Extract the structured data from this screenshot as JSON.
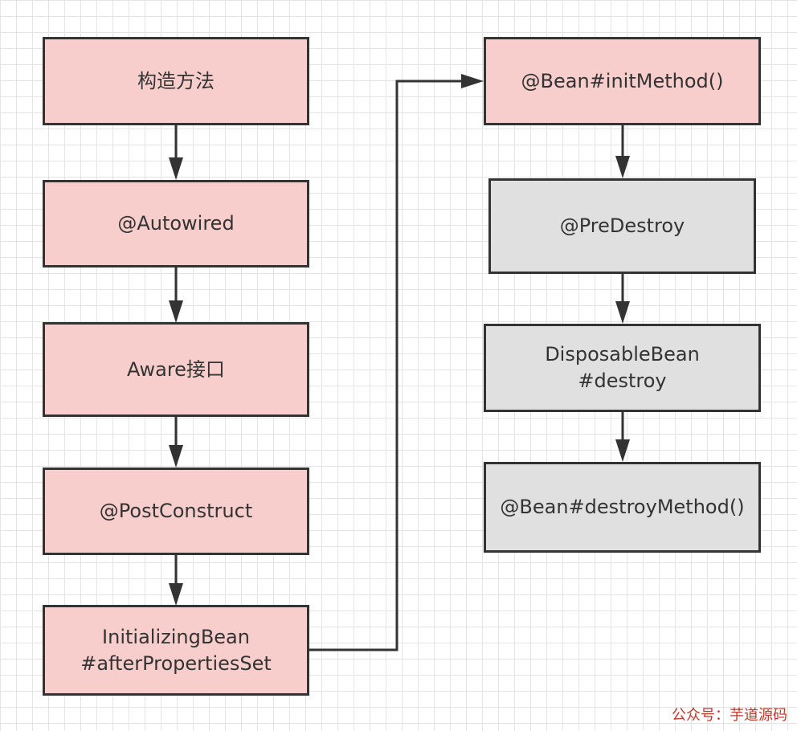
{
  "colors": {
    "init_fill": "#f8cecc",
    "destroy_fill": "#e0e0e0",
    "stroke": "#333333",
    "watermark": "#c0392b"
  },
  "nodes": {
    "constructor": {
      "label": "构造方法"
    },
    "autowired": {
      "label": "@Autowired"
    },
    "aware": {
      "label": "Aware接口"
    },
    "post_construct": {
      "label": "@PostConstruct"
    },
    "initializing_bean": {
      "line1": "InitializingBean",
      "line2": "#afterPropertiesSet"
    },
    "bean_init_method": {
      "label": "@Bean#initMethod()"
    },
    "pre_destroy": {
      "label": "@PreDestroy"
    },
    "disposable_bean": {
      "line1": "DisposableBean",
      "line2": "#destroy"
    },
    "bean_destroy_method": {
      "label": "@Bean#destroyMethod()"
    }
  },
  "watermark": "公众号：芋道源码"
}
